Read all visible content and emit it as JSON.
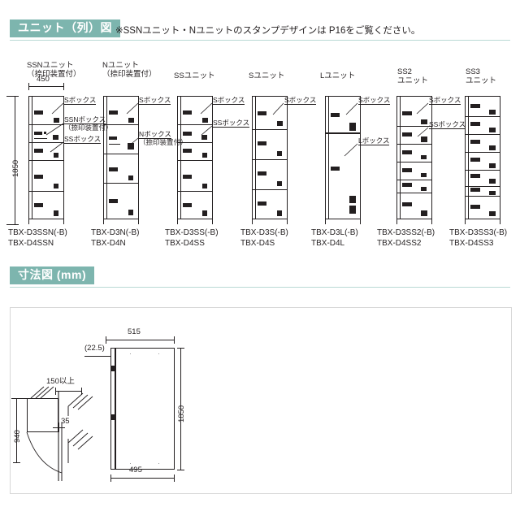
{
  "sections": {
    "unit_diagram": {
      "chip_label": "ユニット（列）図",
      "note": "※SSNユニット・Nユニットのスタンプデザインは P16をご覧ください。"
    },
    "dimension_diagram": {
      "chip_label": "寸法図 (mm)"
    }
  },
  "unit_diagram": {
    "overall_height_mm": "1850",
    "width_mm": "450",
    "columns": [
      {
        "title_line1": "SSNユニット",
        "title_line2": "（捺印装置付）",
        "models": [
          "TBX-D3SSN(-B)",
          "TBX-D4SSN"
        ],
        "box_labels": [
          "Sボックス",
          "SSNボックス\n（捺印装置付）",
          "SSボックス"
        ]
      },
      {
        "title_line1": "Nユニット",
        "title_line2": "（捺印装置付）",
        "models": [
          "TBX-D3N(-B)",
          "TBX-D4N"
        ],
        "box_labels": [
          "Sボックス",
          "Nボックス\n（捺印装置付）"
        ]
      },
      {
        "title_line1": "SSユニット",
        "title_line2": "",
        "models": [
          "TBX-D3SS(-B)",
          "TBX-D4SS"
        ],
        "box_labels": [
          "Sボックス",
          "SSボックス"
        ]
      },
      {
        "title_line1": "Sユニット",
        "title_line2": "",
        "models": [
          "TBX-D3S(-B)",
          "TBX-D4S"
        ],
        "box_labels": [
          "Sボックス"
        ]
      },
      {
        "title_line1": "Lユニット",
        "title_line2": "",
        "models": [
          "TBX-D3L(-B)",
          "TBX-D4L"
        ],
        "box_labels": [
          "Sボックス",
          "Lボックス"
        ]
      },
      {
        "title_line1": "SS2",
        "title_line2": "ユニット",
        "models": [
          "TBX-D3SS2(-B)",
          "TBX-D4SS2"
        ],
        "box_labels": [
          "Sボックス",
          "SSボックス"
        ]
      },
      {
        "title_line1": "SS3",
        "title_line2": "ユニット",
        "models": [
          "TBX-D3SS3(-B)",
          "TBX-D4SS3"
        ],
        "box_labels": []
      }
    ],
    "callouts": {
      "s_box": "Sボックス",
      "ssn_box_l1": "SSNボックス",
      "ssn_box_l2": "（捺印装置付）",
      "ss_box": "SSボックス",
      "n_box_l1": "Nボックス",
      "n_box_l2": "（捺印装置付）",
      "l_box": "Lボックス"
    }
  },
  "dimension_diagram": {
    "front_width": "515",
    "front_offset": "(22.5)",
    "front_height": "1850",
    "front_depth": "495",
    "side_clearance": "150以上",
    "side_height": "940",
    "side_gap": "35"
  },
  "colors": {
    "chip_bg": "#7db5ae",
    "ink": "#231f20",
    "rule": "#b9d9d4"
  }
}
